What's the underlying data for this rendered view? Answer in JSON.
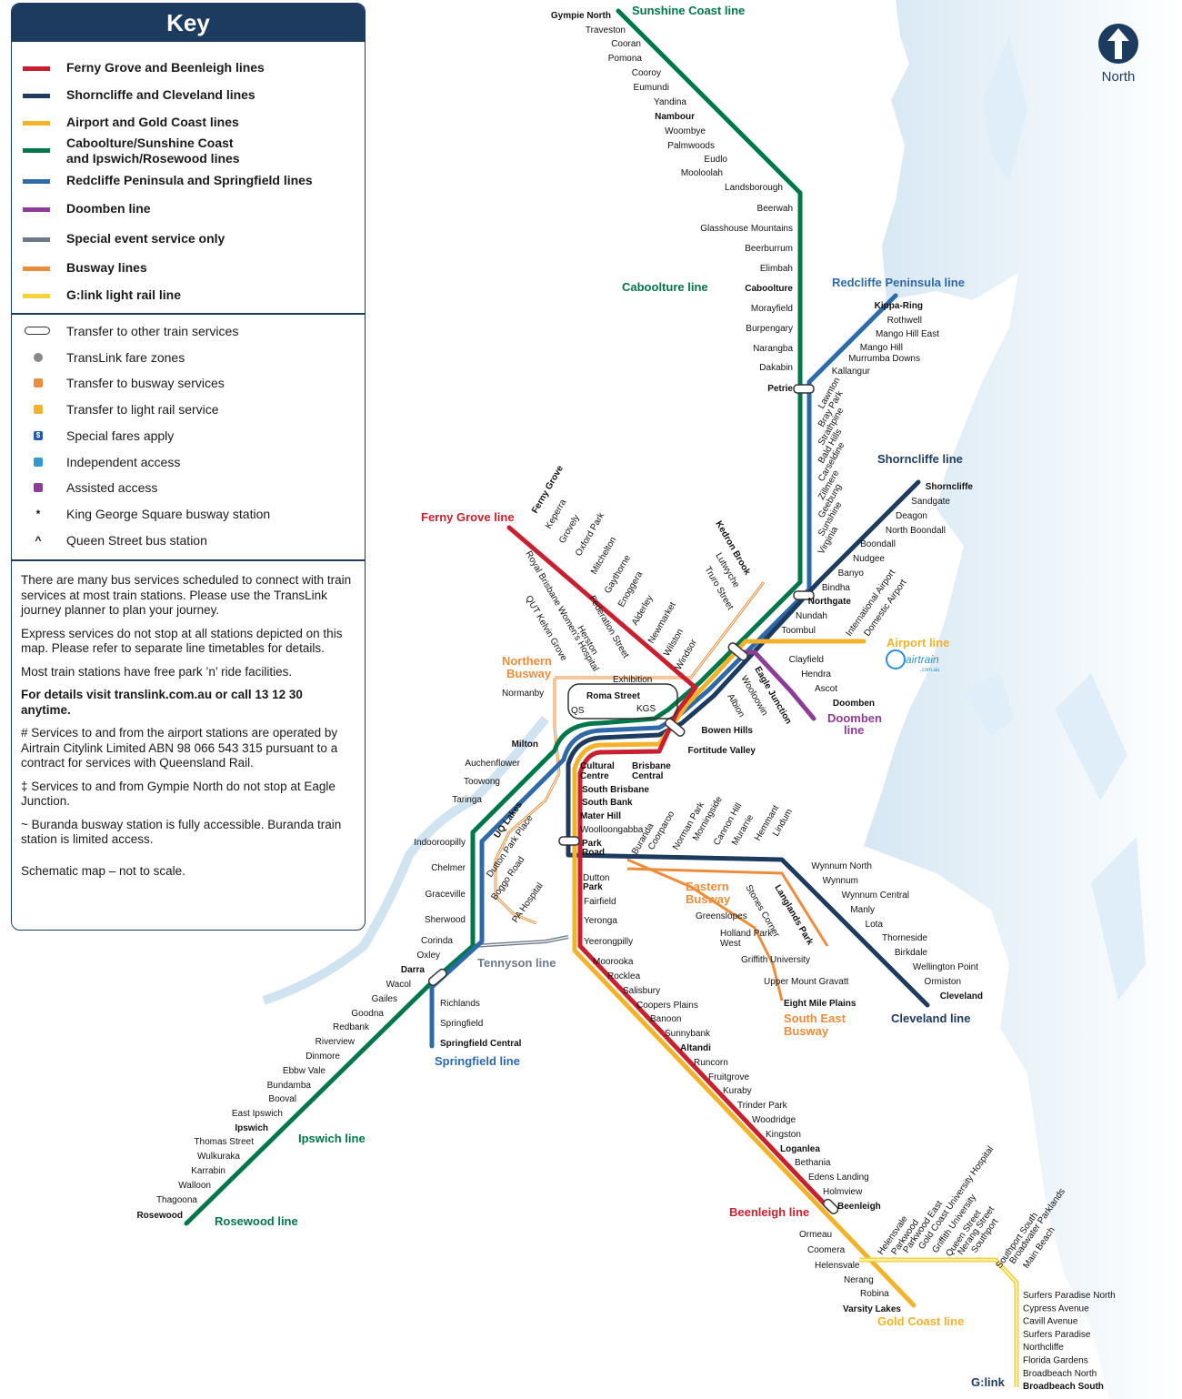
{
  "key": {
    "title": "Key",
    "lines": [
      {
        "label": "Ferny Grove and Beenleigh lines",
        "color": "#c8202f"
      },
      {
        "label": "Shorncliffe and Cleveland lines",
        "color": "#1d3a5f"
      },
      {
        "label": "Airport and Gold Coast lines",
        "color": "#f2b32a"
      },
      {
        "label": "Caboolture/Sunshine Coast",
        "label2": "and Ipswich/Rosewood lines",
        "color": "#00774a"
      },
      {
        "label": "Redcliffe Peninsula and Springfield lines",
        "color": "#2e6aa8"
      },
      {
        "label": "Doomben line",
        "color": "#8e3d96"
      },
      {
        "label": "Special event service only",
        "color": "#6d7a8a"
      },
      {
        "label": "Busway lines",
        "color": "#ec8d3c"
      },
      {
        "label": "G:link light rail line",
        "color": "#f5d33a"
      }
    ],
    "symbols": [
      {
        "label": "Transfer to other train services",
        "icon": "transfer-icon"
      },
      {
        "label": "TransLink fare zones",
        "icon": "zone-icon"
      },
      {
        "label": "Transfer to busway services",
        "icon": "busway-icon"
      },
      {
        "label": "Transfer to light rail service",
        "icon": "light-rail-icon"
      },
      {
        "label": "Special fares apply",
        "icon": "special-fare-icon",
        "glyph": "$"
      },
      {
        "label": "Independent access",
        "icon": "independent-access-icon"
      },
      {
        "label": "Assisted access",
        "icon": "assisted-access-icon"
      },
      {
        "label": "King George Square busway station",
        "glyph": "*"
      },
      {
        "label": "Queen Street bus station",
        "glyph": "^"
      }
    ],
    "notes": [
      "There are many bus services scheduled to connect with train services at most train stations. Please use the TransLink journey planner to plan your journey.",
      "Express services do not stop at all stations depicted on this map. Please refer to separate line timetables for details.",
      "Most train stations have free park ’n’ ride facilities."
    ],
    "contact": "For details visit translink.com.au or call 13 12 30 anytime.",
    "footnotes": [
      "# Services to and from the airport stations are operated by Airtrain Citylink Limited ABN 98 066 543 315 pursuant to a contract for services with Queensland Rail.",
      "‡ Services to and from Gympie North do not stop at Eagle Junction.",
      "~ Buranda busway station is fully accessible. Buranda train station is limited access."
    ],
    "disclaimer": "Schematic map – not to scale."
  },
  "north_label": "North",
  "line_labels": {
    "sunshine": "Sunshine Coast line",
    "caboolture": "Caboolture line",
    "redcliffe": "Redcliffe Peninsula line",
    "shorncliffe": "Shorncliffe line",
    "ferny": "Ferny Grove line",
    "airport": "Airport line",
    "doomben1": "Doomben",
    "doomben2": "line",
    "northern1": "Northern",
    "northern2": "Busway",
    "eastern1": "Eastern",
    "eastern2": "Busway",
    "tennyson": "Tennyson line",
    "springfield": "Springfield line",
    "ipswich": "Ipswich line",
    "rosewood": "Rosewood line",
    "cleveland": "Cleveland line",
    "southeast1": "South East",
    "southeast2": "Busway",
    "beenleigh": "Beenleigh line",
    "goldcoast": "Gold Coast line",
    "glink": "G:link",
    "airtrain": "airtrain",
    "airtrain_sub": ".com.au"
  },
  "stations": {
    "sunshine": [
      "Gympie North",
      "Traveston",
      "Cooran",
      "Pomona",
      "Cooroy",
      "Eumundi",
      "Yandina",
      "Nambour",
      "Woombye",
      "Palmwoods",
      "Eudlo",
      "Mooloolah",
      "Landsborough"
    ],
    "caboolture": [
      "Beerwah",
      "Glasshouse Mountains",
      "Beerburrum",
      "Elimbah",
      "Caboolture",
      "Morayfield",
      "Burpengary",
      "Narangba",
      "Dakabin",
      "Petrie"
    ],
    "redcliffe": [
      "Kippa-Ring",
      "Rothwell",
      "Mango Hill East",
      "Mango Hill",
      "Murrumba Downs",
      "Kallangur"
    ],
    "petrie_south": [
      "Lawnton",
      "Bray Park",
      "Strathpine",
      "Bald Hills",
      "Carseldine",
      "Zillmere",
      "Geebung",
      "Sunshine",
      "Virginia"
    ],
    "shorncliffe": [
      "Shorncliffe",
      "Sandgate",
      "Deagon",
      "North Boondall",
      "Boondall",
      "Nudgee",
      "Banyo",
      "Bindha"
    ],
    "inner_north": [
      "Northgate",
      "Nundah",
      "Toombul"
    ],
    "airport": [
      "International Airport",
      "Domestic Airport"
    ],
    "doomben": [
      "Clayfield",
      "Hendra",
      "Ascot",
      "Doomben"
    ],
    "eagle": [
      "Eagle Junction",
      "Wooloowin",
      "Albion",
      "Bowen Hills",
      "Fortitude Valley"
    ],
    "ferny": [
      "Ferny Grove",
      "Keperra",
      "Grovely",
      "Oxford Park",
      "Mitchelton",
      "Gaythorne",
      "Enoggera",
      "Alderley",
      "Newmarket",
      "Wilston",
      "Windsor"
    ],
    "northern_busway": [
      "Kedron Brook",
      "Lutwyche",
      "Truro Street",
      "Royal Brisbane Women's Hospital",
      "Federation Street",
      "QUT Kelvin Grove",
      "Herston",
      "Exhibition",
      "Normanby",
      "Roma Street",
      "QS",
      "KGS"
    ],
    "ipswich": [
      "Milton",
      "Auchenflower",
      "Toowong",
      "Taringa",
      "Indooroopilly",
      "Chelmer",
      "Graceville",
      "Sherwood",
      "Corinda",
      "Oxley",
      "Darra",
      "Wacol",
      "Gailes",
      "Goodna",
      "Redbank",
      "Riverview",
      "Dinmore",
      "Ebbw Vale",
      "Bundamba",
      "Booval",
      "East Ipswich",
      "Ipswich",
      "Thomas Street",
      "Wulkuraka",
      "Karrabin",
      "Walloon",
      "Thagoona",
      "Rosewood"
    ],
    "springfield": [
      "Richlands",
      "Springfield",
      "Springfield Central"
    ],
    "city": [
      "Cultural",
      "Centre",
      "Brisbane",
      "Central",
      "South Brisbane",
      "South Bank",
      "Mater Hill",
      "Woolloongabba",
      "Park",
      "Road"
    ],
    "busway_sw": [
      "UQ Lakes",
      "Dutton Park Place",
      "Boggo Road",
      "PA Hospital"
    ],
    "cleveland_inner": [
      "Buranda",
      "Coorparoo",
      "Norman Park",
      "Morningside",
      "Cannon Hill",
      "Murarrie",
      "Hemmant",
      "Lindum"
    ],
    "cleveland": [
      "Wynnum North",
      "Wynnum",
      "Wynnum Central",
      "Manly",
      "Lota",
      "Thorneside",
      "Birkdale",
      "Wellington Point",
      "Ormiston",
      "Cleveland"
    ],
    "eastern_busway": [
      "Stones Corner",
      "Langlands Park",
      "Greenslopes",
      "Holland Park",
      "West",
      "Griffith University",
      "Upper Mount Gravatt",
      "Eight Mile Plains"
    ],
    "beenleigh": [
      "Dutton",
      "Park",
      "Fairfield",
      "Yeronga",
      "Yeerongpilly",
      "Moorooka",
      "Rocklea",
      "Salisbury",
      "Coopers Plains",
      "Banoon",
      "Sunnybank",
      "Altandi",
      "Runcorn",
      "Fruitgrove",
      "Kuraby",
      "Trinder Park",
      "Woodridge",
      "Kingston",
      "Loganlea",
      "Bethania",
      "Edens Landing",
      "Holmview",
      "Beenleigh"
    ],
    "goldcoast": [
      "Ormeau",
      "Coomera",
      "Helensvale",
      "Nerang",
      "Robina",
      "Varsity Lakes"
    ],
    "glink_diag": [
      "Helensvale",
      "Parkwood",
      "Parkwood East",
      "Gold Coast University Hospital",
      "Griffith University",
      "Queen Street",
      "Nerang Street",
      "Southport",
      "Southport South",
      "Broadwater Parklands",
      "Main Beach"
    ],
    "glink": [
      "Surfers Paradise North",
      "Cypress Avenue",
      "Cavill Avenue",
      "Surfers Paradise",
      "Northcliffe",
      "Florida Gardens",
      "Broadbeach North",
      "Broadbeach South"
    ]
  }
}
